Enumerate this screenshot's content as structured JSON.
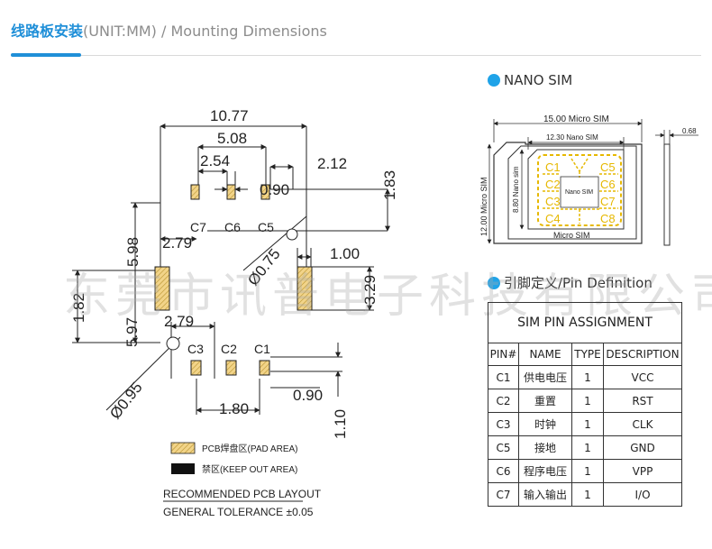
{
  "header": {
    "title_cn": "线路板安装",
    "title_en": "(UNIT:MM) / Mounting Dimensions"
  },
  "watermark": "东莞市讯普电子科技有限公司",
  "sections": {
    "nano_sim": "NANO SIM",
    "pin_definition": "引脚定义/Pin Definition"
  },
  "pcb_layout": {
    "dimensions": {
      "overall_width": "10.77",
      "pad_span": "5.08",
      "pad_pitch": "2.54",
      "pad_width": "0.90",
      "edge_offset": "2.12",
      "top_offset": "1.83",
      "side_offset_upper": "2.79",
      "side_offset_lower": "2.79",
      "height_upper": "5.98",
      "height_lower": "5.97",
      "left_height": "1.82",
      "hole_upper": "Ø0.75",
      "hole_lower": "Ø0.95",
      "side_pad_width": "1.00",
      "side_pad_height": "3.29",
      "bottom_pad_width": "0.90",
      "bottom_offset": "1.80",
      "bottom_height": "1.10"
    },
    "pad_labels_top": [
      "C7",
      "C6",
      "C5"
    ],
    "pad_labels_bottom": [
      "C3",
      "C2",
      "C1"
    ],
    "legend": {
      "pad_area": "PCB焊盘区(PAD AREA)",
      "keep_out": "禁区(KEEP OUT AREA)"
    },
    "caption": "RECOMMENDED PCB LAYOUT",
    "tolerance": "GENERAL TOLERANCE ±0.05",
    "colors": {
      "pad_fill": "#f2d489",
      "pad_hatch": "#b8922e",
      "accent": "#1f8fd8",
      "dot": "#1fa3e8",
      "sim_border": "#e6b800"
    }
  },
  "sim_card": {
    "micro_width": "15.00 Micro SIM",
    "nano_width": "12.30 Nano SIM",
    "micro_height": "12.00 Micro SIM",
    "nano_height": "8.80 Nano sim",
    "thickness": "0.68",
    "nano_label": "Nano SIM",
    "micro_label": "Micro SIM",
    "contacts": [
      "C1",
      "C2",
      "C3",
      "C4",
      "C5",
      "C6",
      "C7",
      "C8"
    ]
  },
  "pin_table": {
    "title": "SIM PIN ASSIGNMENT",
    "headers": [
      "PIN#",
      "NAME",
      "TYPE",
      "DESCRIPTION"
    ],
    "rows": [
      [
        "C1",
        "供电电压",
        "1",
        "VCC"
      ],
      [
        "C2",
        "重置",
        "1",
        "RST"
      ],
      [
        "C3",
        "时钟",
        "1",
        "CLK"
      ],
      [
        "C5",
        "接地",
        "1",
        "GND"
      ],
      [
        "C6",
        "程序电压",
        "1",
        "VPP"
      ],
      [
        "C7",
        "输入输出",
        "1",
        "I/O"
      ]
    ]
  }
}
